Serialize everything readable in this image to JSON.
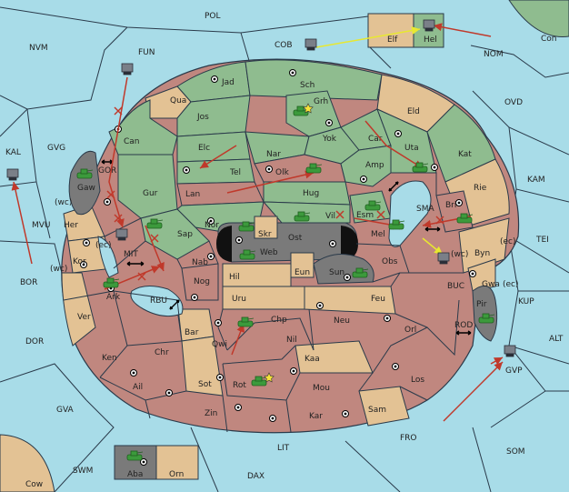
{
  "map": {
    "colors": {
      "sea": "#a8dce8",
      "green": "#8fbc8f",
      "red": "#c0877f",
      "tan": "#e3c294",
      "gray": "#7a7a7a",
      "lightgreen": "#b7d3a8"
    },
    "sea_labels": {
      "pol": "POL",
      "nvm": "NVM",
      "fun": "FUN",
      "cob": "COB",
      "nom": "NOM",
      "con": "Con",
      "ovd": "OVD",
      "kal": "KAL",
      "gvg": "GVG",
      "kam": "KAM",
      "mvu": "MVU",
      "tei": "TEI",
      "bor": "BOR",
      "kup": "KUP",
      "dor": "DOR",
      "alt": "ALT",
      "gva": "GVA",
      "fro": "FRO",
      "som": "SOM",
      "lit": "LIT",
      "swm": "SWM",
      "dax": "DAX",
      "cow": "Cow",
      "gor": "GOR",
      "mit": "MIT",
      "rbu": "RBU",
      "sma": "SMA",
      "buc": "BUC",
      "rod": "ROD",
      "gvp": "GVP"
    },
    "land_labels": {
      "jad": "Jad",
      "sch": "Sch",
      "qua": "Qua",
      "jos": "Jos",
      "grh": "Grh",
      "eld": "Eld",
      "can": "Can",
      "elc": "Elc",
      "nar": "Nar",
      "yok": "Yok",
      "car": "Car",
      "uta": "Uta",
      "kat": "Kat",
      "tel": "Tel",
      "olk": "Olk",
      "amp": "Amp",
      "gur": "Gur",
      "lan": "Lan",
      "hug": "Hug",
      "rie": "Rie",
      "gaw": "Gaw",
      "nor": "Nor",
      "vil": "Vil",
      "esm": "Esm",
      "bri": "Bri",
      "her": "Her",
      "sap": "Sap",
      "skr": "Skr",
      "ost": "Ost",
      "web": "Web",
      "mel": "Mel",
      "byn": "Byn",
      "kor": "Kor",
      "nab": "Nab",
      "hil": "Hil",
      "eun": "Eun",
      "sun": "Sun",
      "obs": "Obs",
      "gwa": "Gwa",
      "ark": "Ark",
      "nog": "Nog",
      "uru": "Uru",
      "feu": "Feu",
      "pir": "Pir",
      "ver": "Ver",
      "chp": "Chp",
      "neu": "Neu",
      "bar": "Bar",
      "qwi": "Qwi",
      "orl": "Orl",
      "ken": "Ken",
      "chr": "Chr",
      "nil": "Nil",
      "kaa": "Kaa",
      "ail": "Ail",
      "sot": "Sot",
      "rot": "Rot",
      "mou": "Mou",
      "los": "Los",
      "zin": "Zin",
      "kar": "Kar",
      "sam": "Sam",
      "elf": "Elf",
      "hel": "Hel",
      "aba": "Aba",
      "orn": "Orn"
    },
    "coast_labels": [
      "(wc)",
      "(ec)",
      "(wc)",
      "(ec)",
      "(wc)",
      "(ec)"
    ]
  }
}
